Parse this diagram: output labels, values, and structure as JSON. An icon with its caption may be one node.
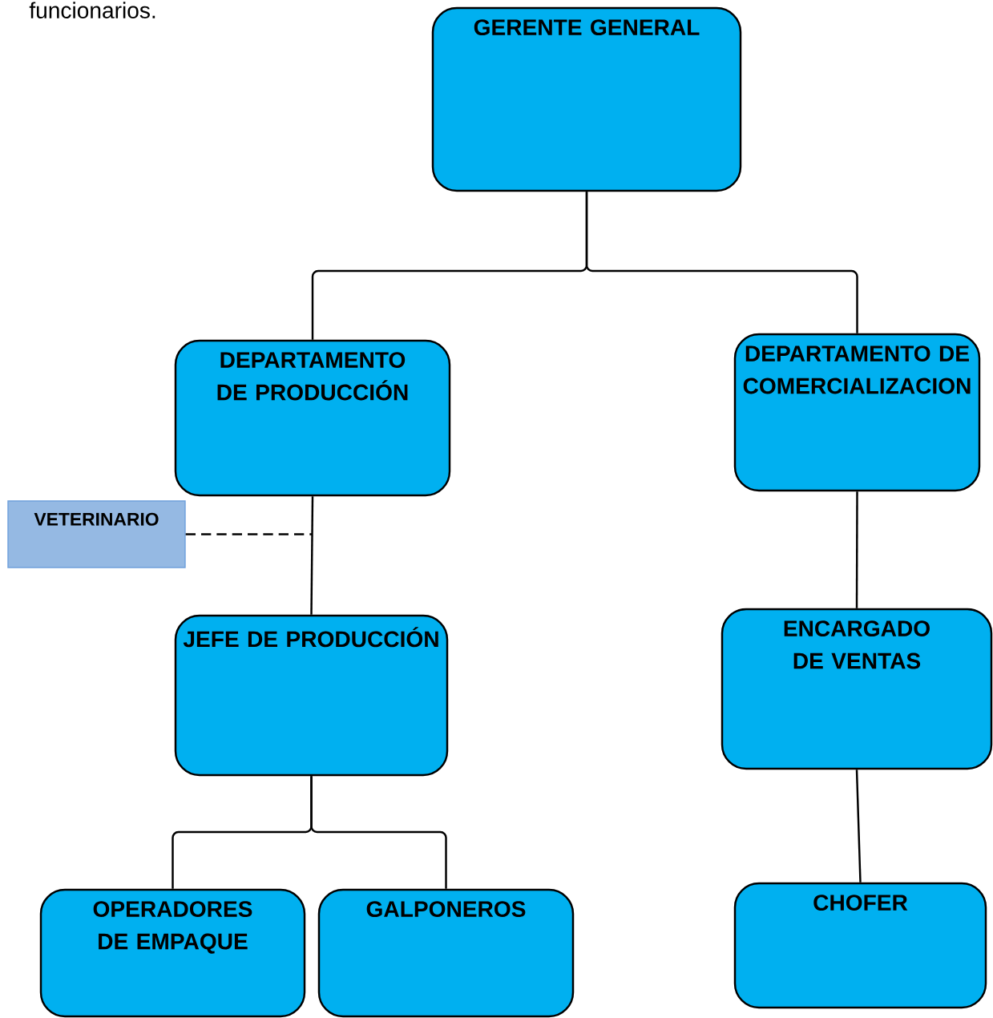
{
  "diagram": {
    "nodes": [
      {
        "text": [
          "GERENTE GENERAL"
        ]
      },
      {
        "text": [
          "DEPARTAMENTO DE PRODUCCIÓN"
        ]
      },
      {
        "text": [
          "DEPARTAMENTO DE COMERCIALIZACION"
        ]
      },
      {
        "text": [
          "VETERINARIO"
        ]
      },
      {
        "text": [
          "JEFE DE PRODUCCIÓN"
        ]
      },
      {
        "text": [
          "ENCARGADO DE VENTAS"
        ]
      },
      {
        "text": [
          "OPERADORES DE EMPAQUE"
        ]
      },
      {
        "text": [
          "GALPONEROS"
        ]
      },
      {
        "text": [
          "CHOFER"
        ]
      }
    ],
    "edges": [
      {
        "from": 0,
        "to": 1,
        "arrow": "none"
      },
      {
        "from": 0,
        "to": 2,
        "arrow": "none"
      },
      {
        "from": 3,
        "to": 1,
        "arrow": "none",
        "style": "dashed"
      },
      {
        "from": 1,
        "to": 4,
        "arrow": "none"
      },
      {
        "from": 2,
        "to": 5,
        "arrow": "none"
      },
      {
        "from": 4,
        "to": 6,
        "arrow": "none"
      },
      {
        "from": 4,
        "to": 7,
        "arrow": "none"
      },
      {
        "from": 5,
        "to": 8,
        "arrow": "none"
      }
    ],
    "labels": [
      "funcionarios."
    ]
  }
}
